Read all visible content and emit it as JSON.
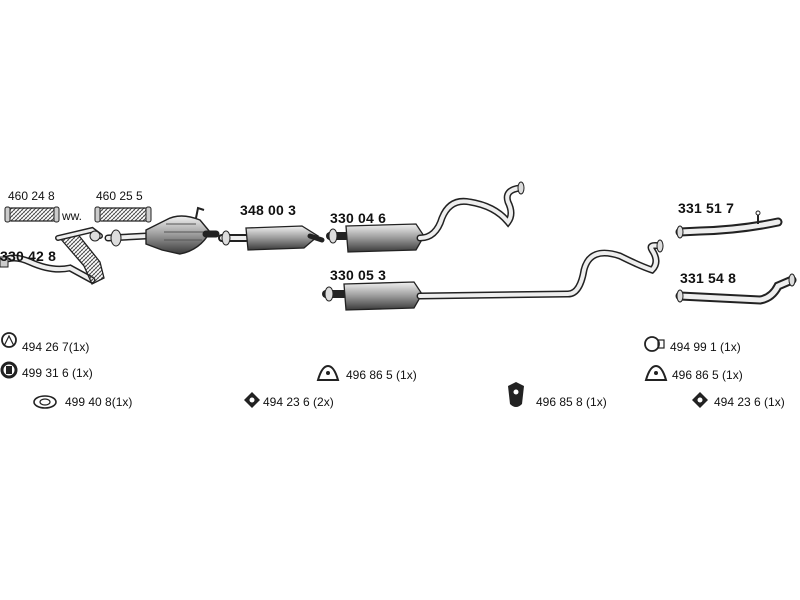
{
  "diagram": {
    "parts": {
      "p4602248": "460 24 8",
      "ww": "ww.",
      "p4602555": "460 25 5",
      "p3304280": "330 42 8",
      "p3480030": "348 00 3",
      "p3300446": "330 04 6",
      "p3300553": "330 05 3",
      "p3315170": "331 51 7",
      "p3315480": "331 54 8"
    },
    "accessories": {
      "a1": "494 26 7(1x)",
      "a2": "499 31 6 (1x)",
      "a3": "499 40 8(1x)",
      "a4": "494 23 6 (2x)",
      "a5": "496 86 5 (1x)",
      "a6": "496 85 8 (1x)",
      "a7": "494 99 1 (1x)",
      "a8": "496 86 5 (1x)",
      "a9": "494 23 6 (1x)"
    },
    "icons": {
      "clamp": "clamp-icon",
      "ring": "ring-mount-icon",
      "gasket": "gasket-icon",
      "bracket": "bracket-icon",
      "hanger": "hanger-icon"
    }
  }
}
